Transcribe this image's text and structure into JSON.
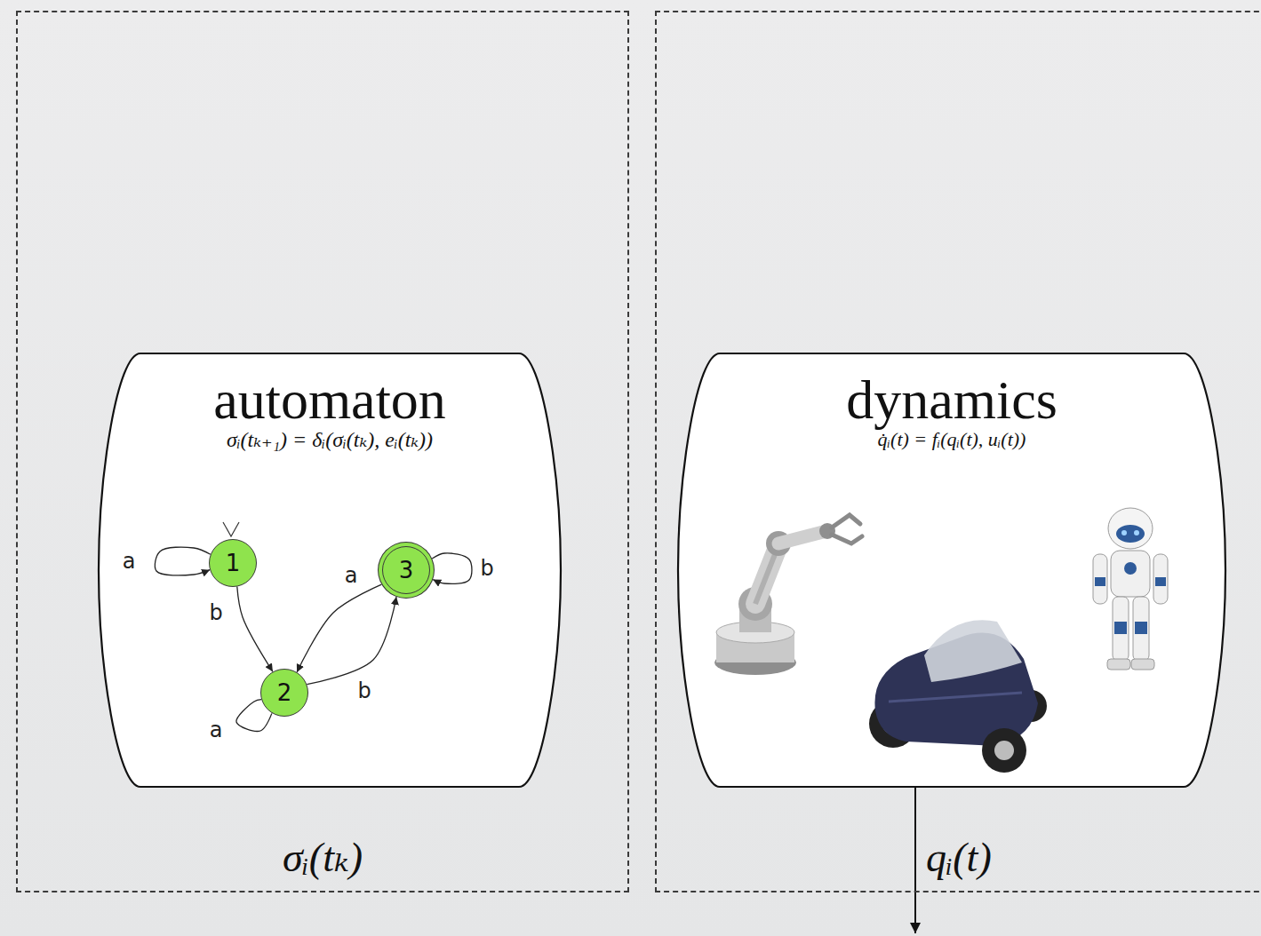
{
  "diagram": {
    "nodes": [
      {
        "text": [
          "σᵢ(tₖ)"
        ]
      },
      {
        "text": [
          "automaton",
          "σᵢ(tₖ₊₁) = δᵢ(σᵢ(tₖ), eᵢ(tₖ))"
        ],
        "in": 0
      },
      {
        "text": [
          "1"
        ],
        "in": 1
      },
      {
        "text": [
          "2"
        ],
        "in": 1
      },
      {
        "text": [
          "3"
        ],
        "in": 1
      },
      {
        "text": [
          "qᵢ(t)"
        ]
      },
      {
        "text": [
          "dynamics",
          "q̇ᵢ(t) = fᵢ(qᵢ(t), uᵢ(t))"
        ],
        "in": 5
      }
    ],
    "edges": [
      {
        "from": 2,
        "to": 2,
        "label": "a",
        "arrow": "to"
      },
      {
        "from": 2,
        "to": 3,
        "label": "b",
        "arrow": "to"
      },
      {
        "from": 3,
        "to": 3,
        "label": "a",
        "arrow": "to"
      },
      {
        "from": 3,
        "to": 4,
        "label": "b",
        "arrow": "to"
      },
      {
        "from": 4,
        "to": 3,
        "label": "a",
        "arrow": "to"
      },
      {
        "from": 4,
        "to": 4,
        "label": "b",
        "arrow": "to"
      }
    ]
  }
}
